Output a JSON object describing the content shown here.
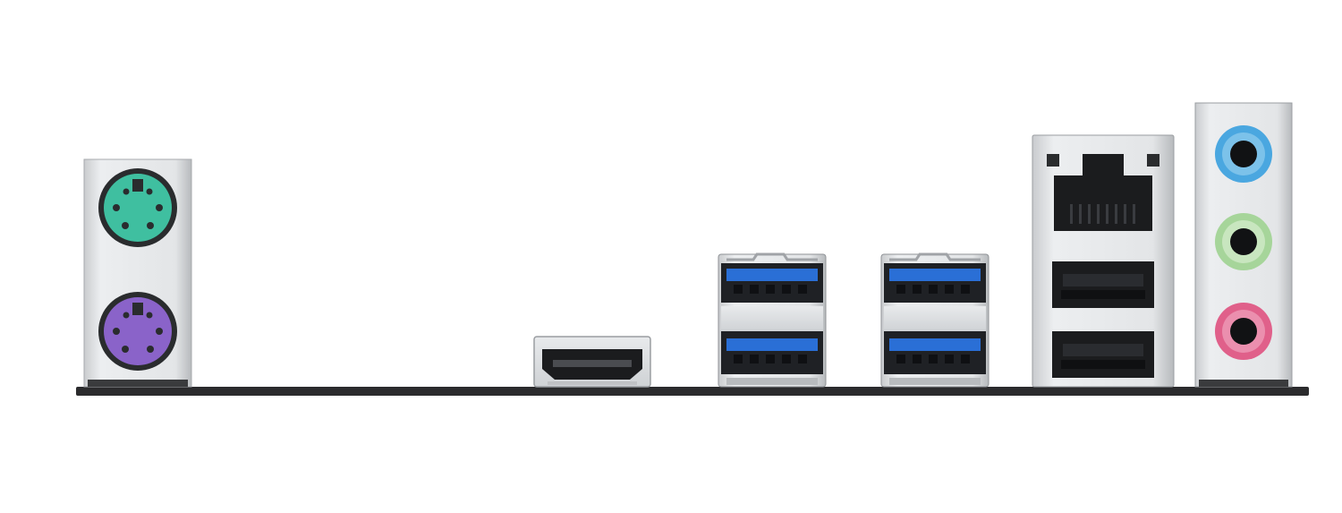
{
  "panel": {
    "ports": [
      {
        "name": "ps2-keyboard-mouse-ports",
        "kind": "PS/2",
        "count": 2,
        "colors": [
          "#3fbfa0",
          "#8a63c9"
        ]
      },
      {
        "name": "hdmi-port",
        "kind": "HDMI",
        "count": 1
      },
      {
        "name": "usb3-stack-1",
        "kind": "USB 3.0",
        "count": 2,
        "color": "#2a6fd6"
      },
      {
        "name": "usb3-stack-2",
        "kind": "USB 3.0",
        "count": 2,
        "color": "#2a6fd6"
      },
      {
        "name": "lan-usb-stack",
        "kind": "RJ45 + USB 2.0",
        "count": 3
      },
      {
        "name": "audio-jacks",
        "kind": "3.5mm audio",
        "count": 3,
        "colors": [
          "#4aa7e0",
          "#a6d59a",
          "#e0608a"
        ]
      }
    ]
  }
}
